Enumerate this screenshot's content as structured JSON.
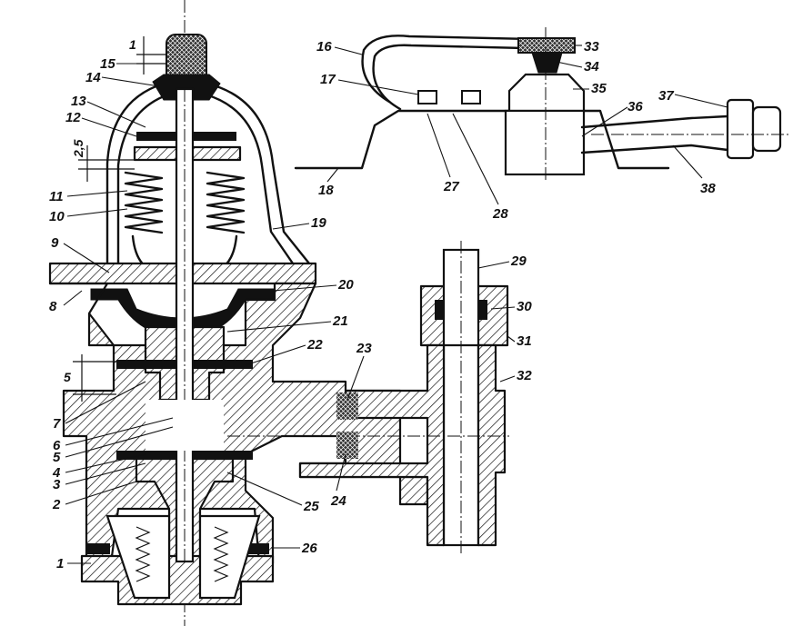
{
  "diagram": {
    "callouts": [
      {
        "id": "c1",
        "label": "1"
      },
      {
        "id": "c2",
        "label": "2"
      },
      {
        "id": "c3",
        "label": "3"
      },
      {
        "id": "c4",
        "label": "4"
      },
      {
        "id": "c5",
        "label": "5"
      },
      {
        "id": "c6",
        "label": "6"
      },
      {
        "id": "c7",
        "label": "7"
      },
      {
        "id": "c8",
        "label": "8"
      },
      {
        "id": "c9",
        "label": "9"
      },
      {
        "id": "c10",
        "label": "10"
      },
      {
        "id": "c11",
        "label": "11"
      },
      {
        "id": "c12",
        "label": "12"
      },
      {
        "id": "c13",
        "label": "13"
      },
      {
        "id": "c14",
        "label": "14"
      },
      {
        "id": "c15",
        "label": "15"
      },
      {
        "id": "c16",
        "label": "16"
      },
      {
        "id": "c17",
        "label": "17"
      },
      {
        "id": "c18",
        "label": "18"
      },
      {
        "id": "c19",
        "label": "19"
      },
      {
        "id": "c20",
        "label": "20"
      },
      {
        "id": "c21",
        "label": "21"
      },
      {
        "id": "c22",
        "label": "22"
      },
      {
        "id": "c23",
        "label": "23"
      },
      {
        "id": "c24",
        "label": "24"
      },
      {
        "id": "c25",
        "label": "25"
      },
      {
        "id": "c26",
        "label": "26"
      },
      {
        "id": "c27",
        "label": "27"
      },
      {
        "id": "c28",
        "label": "28"
      },
      {
        "id": "c29",
        "label": "29"
      },
      {
        "id": "c30",
        "label": "30"
      },
      {
        "id": "c31",
        "label": "31"
      },
      {
        "id": "c32",
        "label": "32"
      },
      {
        "id": "c33",
        "label": "33"
      },
      {
        "id": "c34",
        "label": "34"
      },
      {
        "id": "c35",
        "label": "35"
      },
      {
        "id": "c36",
        "label": "36"
      },
      {
        "id": "c37",
        "label": "37"
      },
      {
        "id": "c38",
        "label": "38"
      }
    ],
    "dimensions": {
      "top_gap": "1",
      "spring_gap": "2,5",
      "valve_gap": "5"
    }
  }
}
